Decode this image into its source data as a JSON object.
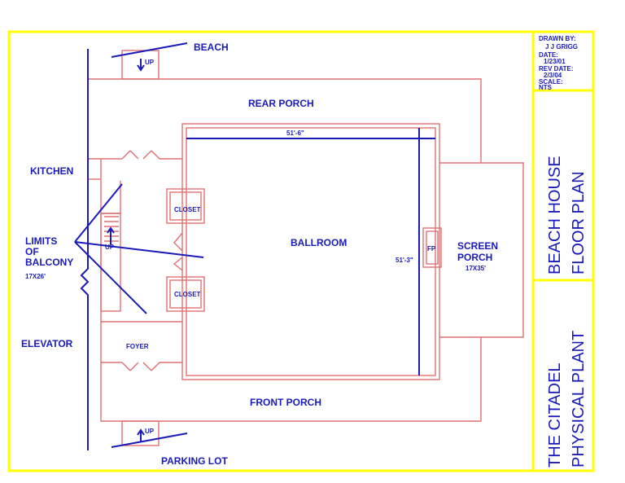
{
  "title_block": {
    "drawn_by_label": "DRAWN BY:",
    "drawn_by": "J J GRIGG",
    "date_label": "DATE:",
    "date": "1/23/01",
    "rev_date_label": "REV DATE:",
    "rev_date": "2/3/04",
    "scale_label": "SCALE:",
    "scale": "NTS",
    "drawing_title_line1": "BEACH HOUSE",
    "drawing_title_line2": "FLOOR PLAN",
    "org_line1": "THE CITADEL",
    "org_line2": "PHYSICAL PLANT"
  },
  "labels": {
    "beach": "BEACH",
    "rear_porch": "REAR PORCH",
    "kitchen": "KITCHEN",
    "limits_line1": "LIMITS",
    "limits_line2": "OF",
    "limits_line3": "BALCONY",
    "balcony_size": "17X26'",
    "elevator": "ELEVATOR",
    "closet_top": "CLOSET",
    "closet_bottom": "CLOSET",
    "stair_up": "UP",
    "ballroom": "BALLROOM",
    "ballroom_width": "51'-6\"",
    "ballroom_depth": "51'-3\"",
    "fireplace": "FP",
    "screen_porch_line1": "SCREEN",
    "screen_porch_line2": "PORCH",
    "screen_porch_size": "17X35'",
    "foyer": "FOYER",
    "front_porch": "FRONT PORCH",
    "parking_lot": "PARKING LOT",
    "up_top": "UP",
    "up_bottom": "UP"
  },
  "colors": {
    "walls": "#e07070",
    "text": "#1a1ab8",
    "frame": "#ffff00"
  }
}
